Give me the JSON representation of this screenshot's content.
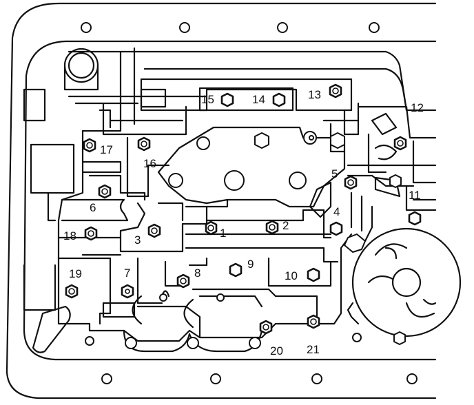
{
  "bolt_labels": [
    "1",
    "2",
    "3",
    "4",
    "5",
    "6",
    "7",
    "8",
    "9",
    "10",
    "11",
    "12",
    "13",
    "14",
    "15",
    "16",
    "17",
    "18",
    "19",
    "20",
    "21"
  ]
}
